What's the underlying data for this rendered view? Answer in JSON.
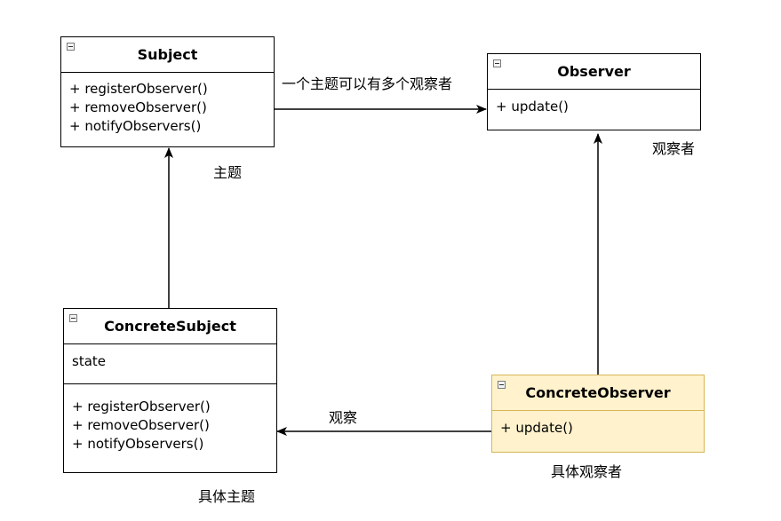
{
  "classes": {
    "subject": {
      "name": "Subject",
      "methods": [
        "+ registerObserver()",
        "+ removeObserver()",
        "+ notifyObservers()"
      ]
    },
    "observer": {
      "name": "Observer",
      "methods": [
        "+ update()"
      ]
    },
    "concrete_subject": {
      "name": "ConcreteSubject",
      "attributes": [
        "state"
      ],
      "methods": [
        "+ registerObserver()",
        "+ removeObserver()",
        "+ notifyObservers()"
      ]
    },
    "concrete_observer": {
      "name": "ConcreteObserver",
      "methods": [
        "+ update()"
      ],
      "fill": "#fff2cc",
      "stroke": "#d6b656"
    }
  },
  "labels": {
    "subject_observer": "一个主题可以有多个观察者",
    "observer_caption": "观察者",
    "subject_caption": "主题",
    "observe": "观察",
    "concrete_observer_caption": "具体观察者",
    "concrete_subject_caption": "具体主题"
  }
}
